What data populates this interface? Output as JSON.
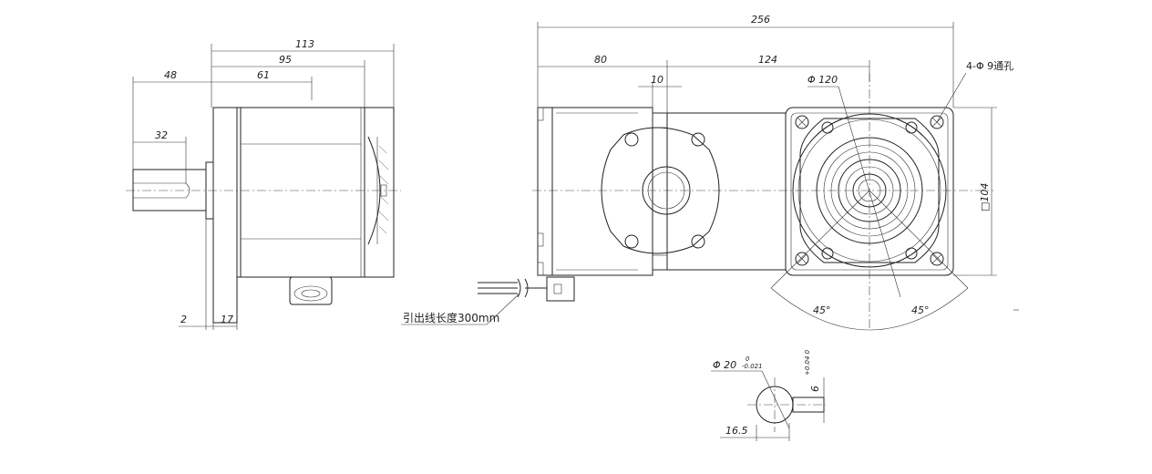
{
  "colors": {
    "line": "#222222",
    "background": "#ffffff"
  },
  "side_view": {
    "dims": {
      "d113": "113",
      "d95": "95",
      "d61": "61",
      "d48": "48",
      "d32": "32",
      "d2": "2",
      "d17": "17"
    },
    "lead_note": "引出线长度300mm"
  },
  "front_view": {
    "dims": {
      "d256": "256",
      "d80": "80",
      "d10": "10",
      "d124": "124",
      "phi120": "Φ 120",
      "holes": "4-Φ 9通孔",
      "sq104": "□104",
      "a45_left": "45°",
      "a45_right": "45°"
    }
  },
  "shaft_detail": {
    "dims": {
      "phi20": "Φ 20",
      "tol_upper": "0",
      "tol_lower": "-0.021",
      "key6": "6",
      "key_tol": "+0.04 0",
      "d16_5": "16.5"
    }
  }
}
